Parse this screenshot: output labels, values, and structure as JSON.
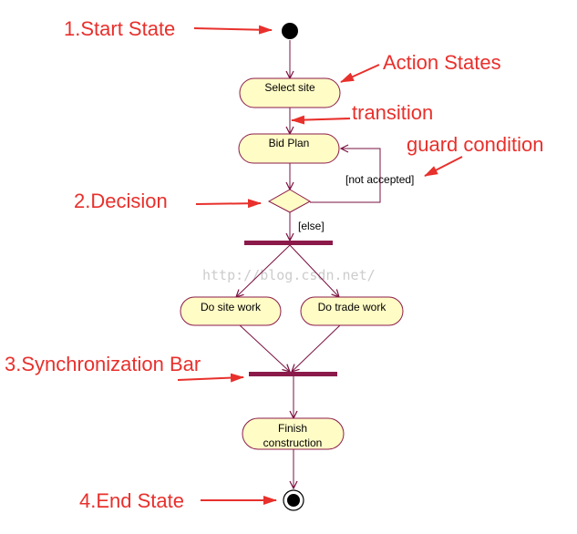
{
  "colors": {
    "node_fill": "#fffcc6",
    "node_stroke": "#8b1a4a",
    "edge": "#7a1040",
    "bar": "#8b1a4a",
    "annotation": "#e8302c"
  },
  "nodes": {
    "select_site": "Select site",
    "bid_plan": "Bid Plan",
    "do_site_work": "Do site work",
    "do_trade_work": "Do trade work",
    "finish_line1": "Finish",
    "finish_line2": "construction"
  },
  "guards": {
    "not_accepted": "[not accepted]",
    "else": "[else]"
  },
  "annotations": {
    "start_state": "1.Start State",
    "action_states": "Action States",
    "transition": "transition",
    "guard_condition": "guard condition",
    "decision": "2.Decision",
    "synchronization_bar": "3.Synchronization Bar",
    "end_state": "4.End State"
  },
  "watermark": "http://blog.csdn.net/"
}
